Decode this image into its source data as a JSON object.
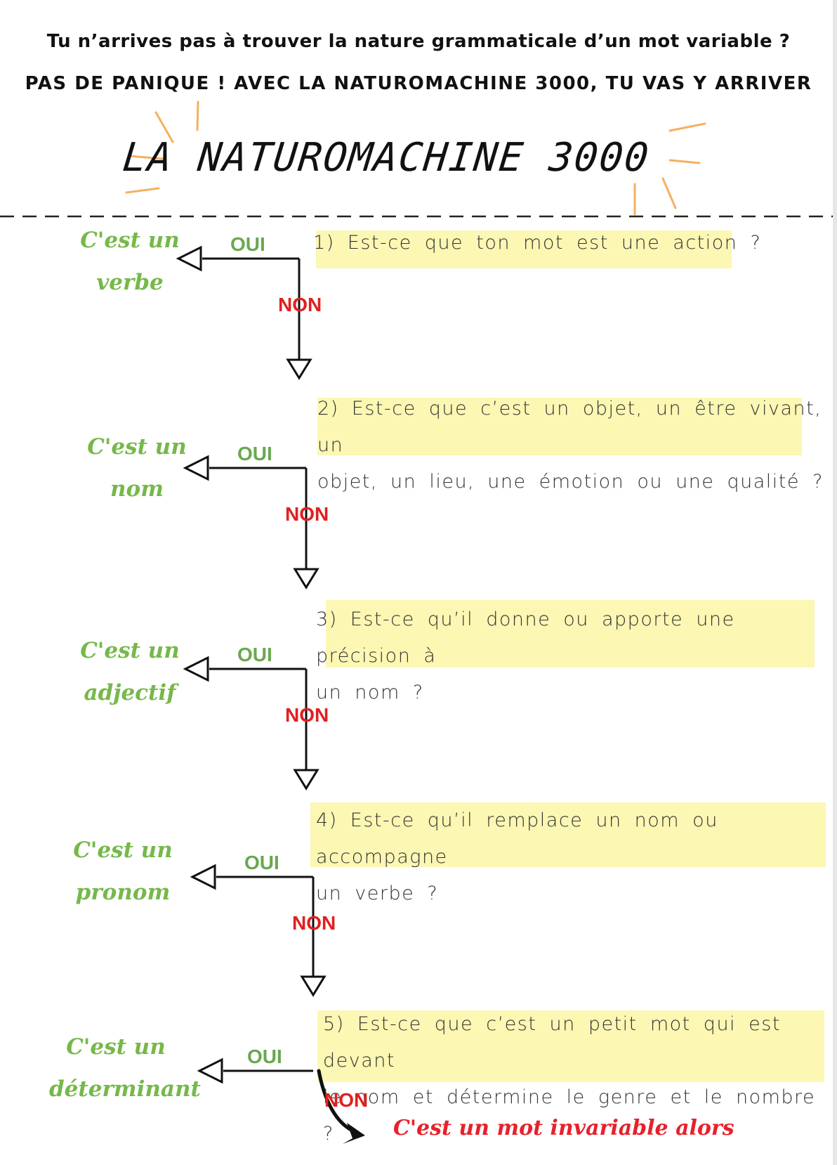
{
  "intro": {
    "line1": "Tu n’arrives pas à trouver la nature grammaticale d’un mot variable ?",
    "line2": "PAS DE PANIQUE ! AVEC LA NATUROMACHINE 3000, TU VAS Y ARRIVER"
  },
  "title": "LA NATUROMACHINE 3000",
  "labels": {
    "yes": "OUI",
    "no": "NON"
  },
  "steps": [
    {
      "question_line1": "1) Est-ce que ton mot est une action ?",
      "question_line2": "",
      "answer_line1": "C'est un",
      "answer_line2": "verbe"
    },
    {
      "question_line1": "2) Est-ce que c’est un objet, un être vivant, un",
      "question_line2": "objet, un lieu, une émotion ou une qualité ?",
      "answer_line1": "C'est un",
      "answer_line2": "nom"
    },
    {
      "question_line1": "3) Est-ce qu’il donne ou apporte une précision à",
      "question_line2": "un nom ?",
      "answer_line1": "C'est un",
      "answer_line2": "adjectif"
    },
    {
      "question_line1": "4) Est-ce qu’il remplace un nom ou accompagne",
      "question_line2": "un verbe ?",
      "answer_line1": "C'est un",
      "answer_line2": "pronom"
    },
    {
      "question_line1": "5) Est-ce que c’est un petit mot qui est devant",
      "question_line2": "le nom et détermine le genre et le nombre ?",
      "answer_line1": "C'est un",
      "answer_line2": "déterminant"
    }
  ],
  "final": "C'est un mot invariable alors",
  "colors": {
    "answer_green": "#76b84a",
    "yes_green": "#6aa84f",
    "no_red": "#e02020",
    "final_red": "#e8202a",
    "highlight_yellow": "#fbf6a6",
    "sun_orange": "#f5b061"
  }
}
